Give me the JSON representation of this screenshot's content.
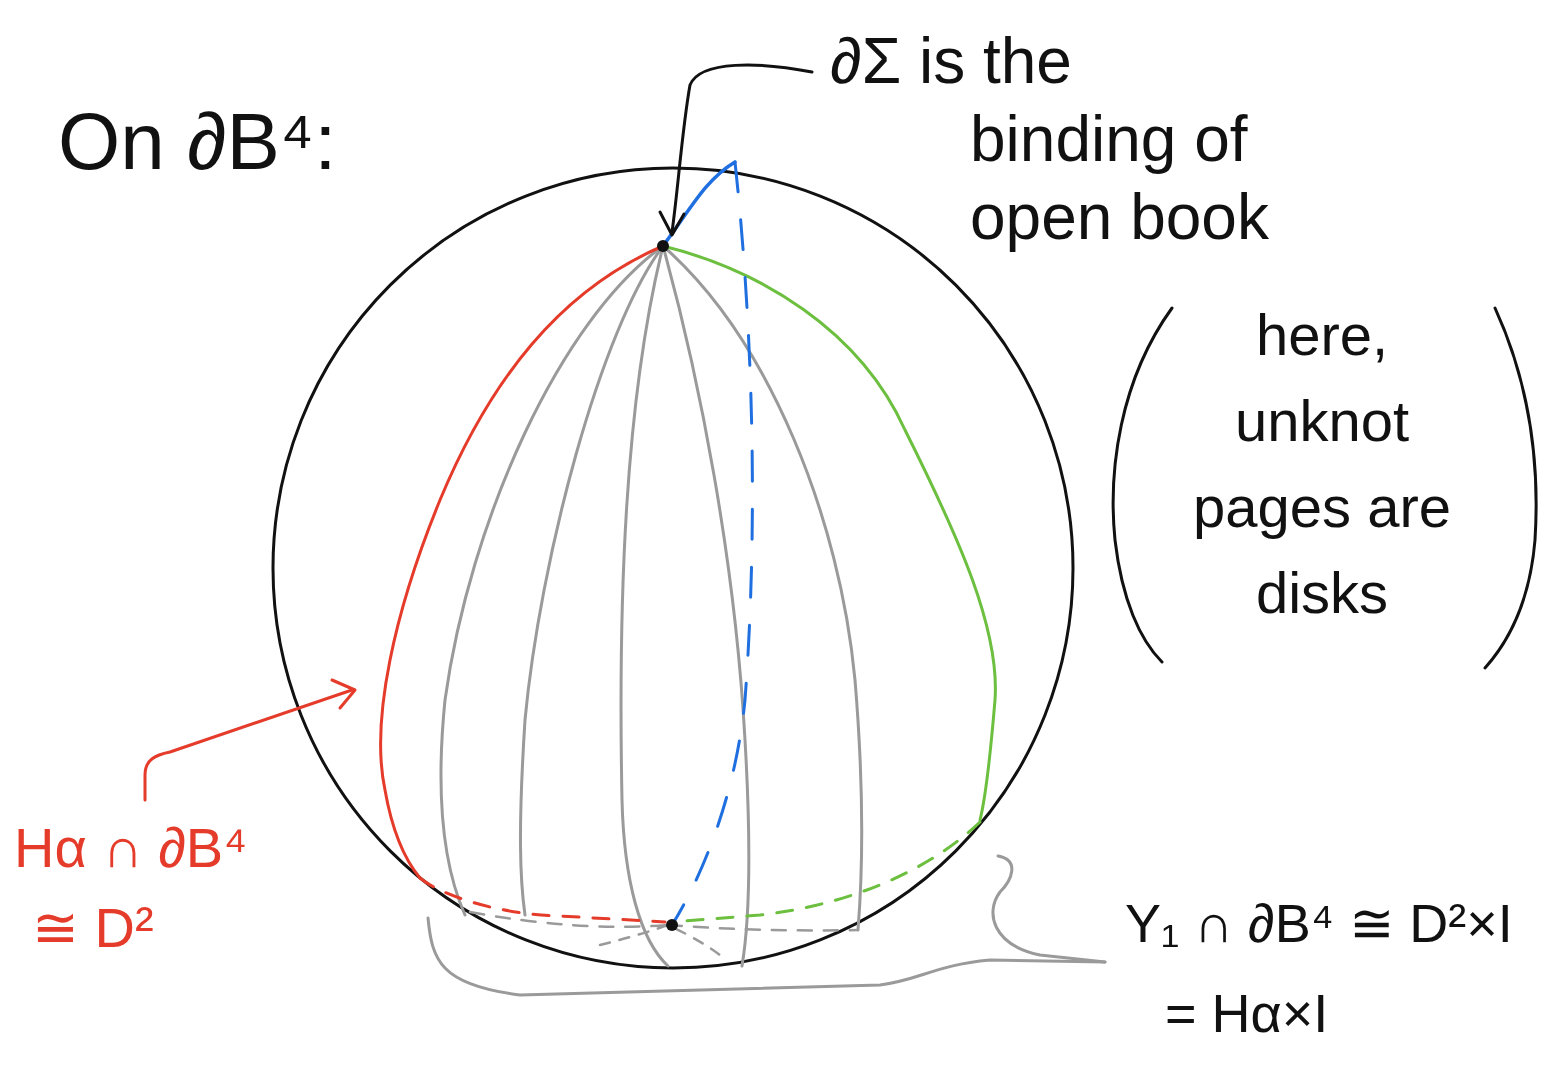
{
  "diagram": {
    "labels": [
      "On ∂B⁴:",
      "∂Σ is the binding of open book",
      "here, unknot pages are disks",
      "Hα ∩ ∂B⁴ ≅ D²",
      "Y₁ ∩ ∂B⁴ ≅ D²×I = Hα×I"
    ]
  }
}
